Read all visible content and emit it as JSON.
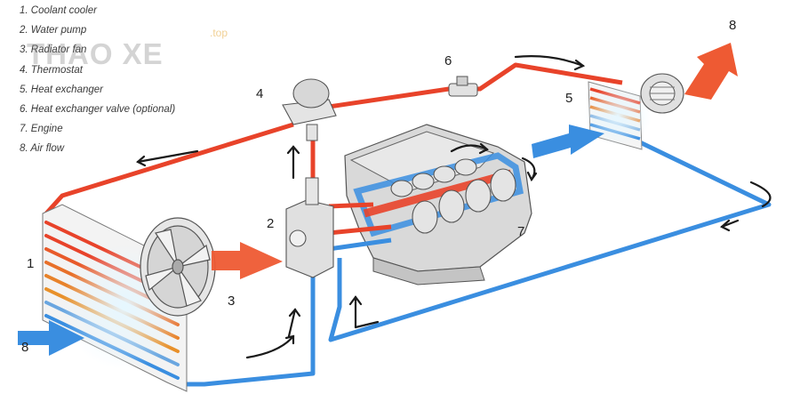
{
  "legend": [
    "1.  Coolant cooler",
    "2.  Water pump",
    "3.  Radiator fan",
    "4.  Thermostat",
    "5.  Heat exchanger",
    "6.  Heat exchanger valve (optional)",
    "7.  Engine",
    "8.  Air flow"
  ],
  "watermark": {
    "text": "THAO XE",
    "suffix": ".top"
  },
  "labels": {
    "n1": "1",
    "n2": "2",
    "n3": "3",
    "n4": "4",
    "n5": "5",
    "n6": "6",
    "n7": "7",
    "n8_left": "8",
    "n8_right": "8"
  },
  "colors": {
    "hot": "#e8432a",
    "cold": "#3a8ee0",
    "arrow": "#1a1a1a",
    "hot_air": "#ee5a33",
    "engine": "#d8d8d8"
  }
}
